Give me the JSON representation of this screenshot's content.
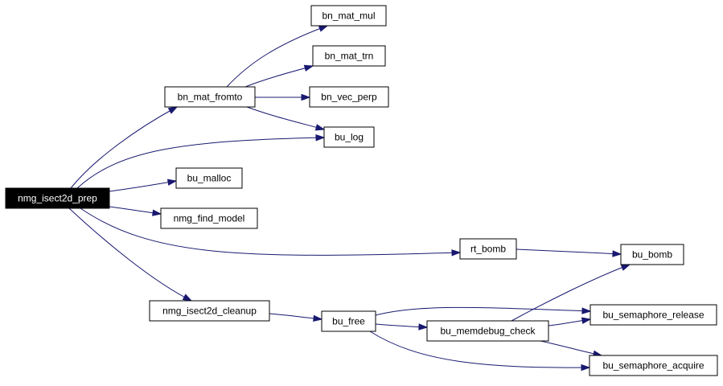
{
  "graph": {
    "colors": {
      "edge": "#191970",
      "node_border": "#000000",
      "root_fill": "#000000",
      "root_text": "#ffffff",
      "background": "#ffffff"
    },
    "nodes": [
      {
        "id": "nmg_isect2d_prep",
        "label": "nmg_isect2d_prep",
        "root": true
      },
      {
        "id": "bn_mat_fromto",
        "label": "bn_mat_fromto"
      },
      {
        "id": "bn_mat_mul",
        "label": "bn_mat_mul"
      },
      {
        "id": "bn_mat_trn",
        "label": "bn_mat_trn"
      },
      {
        "id": "bn_vec_perp",
        "label": "bn_vec_perp"
      },
      {
        "id": "bu_log",
        "label": "bu_log"
      },
      {
        "id": "bu_malloc",
        "label": "bu_malloc"
      },
      {
        "id": "nmg_find_model",
        "label": "nmg_find_model"
      },
      {
        "id": "rt_bomb",
        "label": "rt_bomb"
      },
      {
        "id": "bu_bomb",
        "label": "bu_bomb"
      },
      {
        "id": "nmg_isect2d_cleanup",
        "label": "nmg_isect2d_cleanup"
      },
      {
        "id": "bu_free",
        "label": "bu_free"
      },
      {
        "id": "bu_memdebug_check",
        "label": "bu_memdebug_check"
      },
      {
        "id": "bu_semaphore_release",
        "label": "bu_semaphore_release"
      },
      {
        "id": "bu_semaphore_acquire",
        "label": "bu_semaphore_acquire"
      }
    ],
    "edges": [
      {
        "from": "nmg_isect2d_prep",
        "to": "bn_mat_fromto"
      },
      {
        "from": "nmg_isect2d_prep",
        "to": "bu_log"
      },
      {
        "from": "nmg_isect2d_prep",
        "to": "bu_malloc"
      },
      {
        "from": "nmg_isect2d_prep",
        "to": "nmg_find_model"
      },
      {
        "from": "nmg_isect2d_prep",
        "to": "rt_bomb"
      },
      {
        "from": "nmg_isect2d_prep",
        "to": "nmg_isect2d_cleanup"
      },
      {
        "from": "bn_mat_fromto",
        "to": "bn_mat_mul"
      },
      {
        "from": "bn_mat_fromto",
        "to": "bn_mat_trn"
      },
      {
        "from": "bn_mat_fromto",
        "to": "bn_vec_perp"
      },
      {
        "from": "bn_mat_fromto",
        "to": "bu_log"
      },
      {
        "from": "rt_bomb",
        "to": "bu_bomb"
      },
      {
        "from": "nmg_isect2d_cleanup",
        "to": "bu_free"
      },
      {
        "from": "bu_free",
        "to": "bu_semaphore_release"
      },
      {
        "from": "bu_free",
        "to": "bu_memdebug_check"
      },
      {
        "from": "bu_free",
        "to": "bu_semaphore_acquire"
      },
      {
        "from": "bu_memdebug_check",
        "to": "bu_bomb"
      },
      {
        "from": "bu_memdebug_check",
        "to": "bu_semaphore_release"
      },
      {
        "from": "bu_memdebug_check",
        "to": "bu_semaphore_acquire"
      }
    ]
  }
}
